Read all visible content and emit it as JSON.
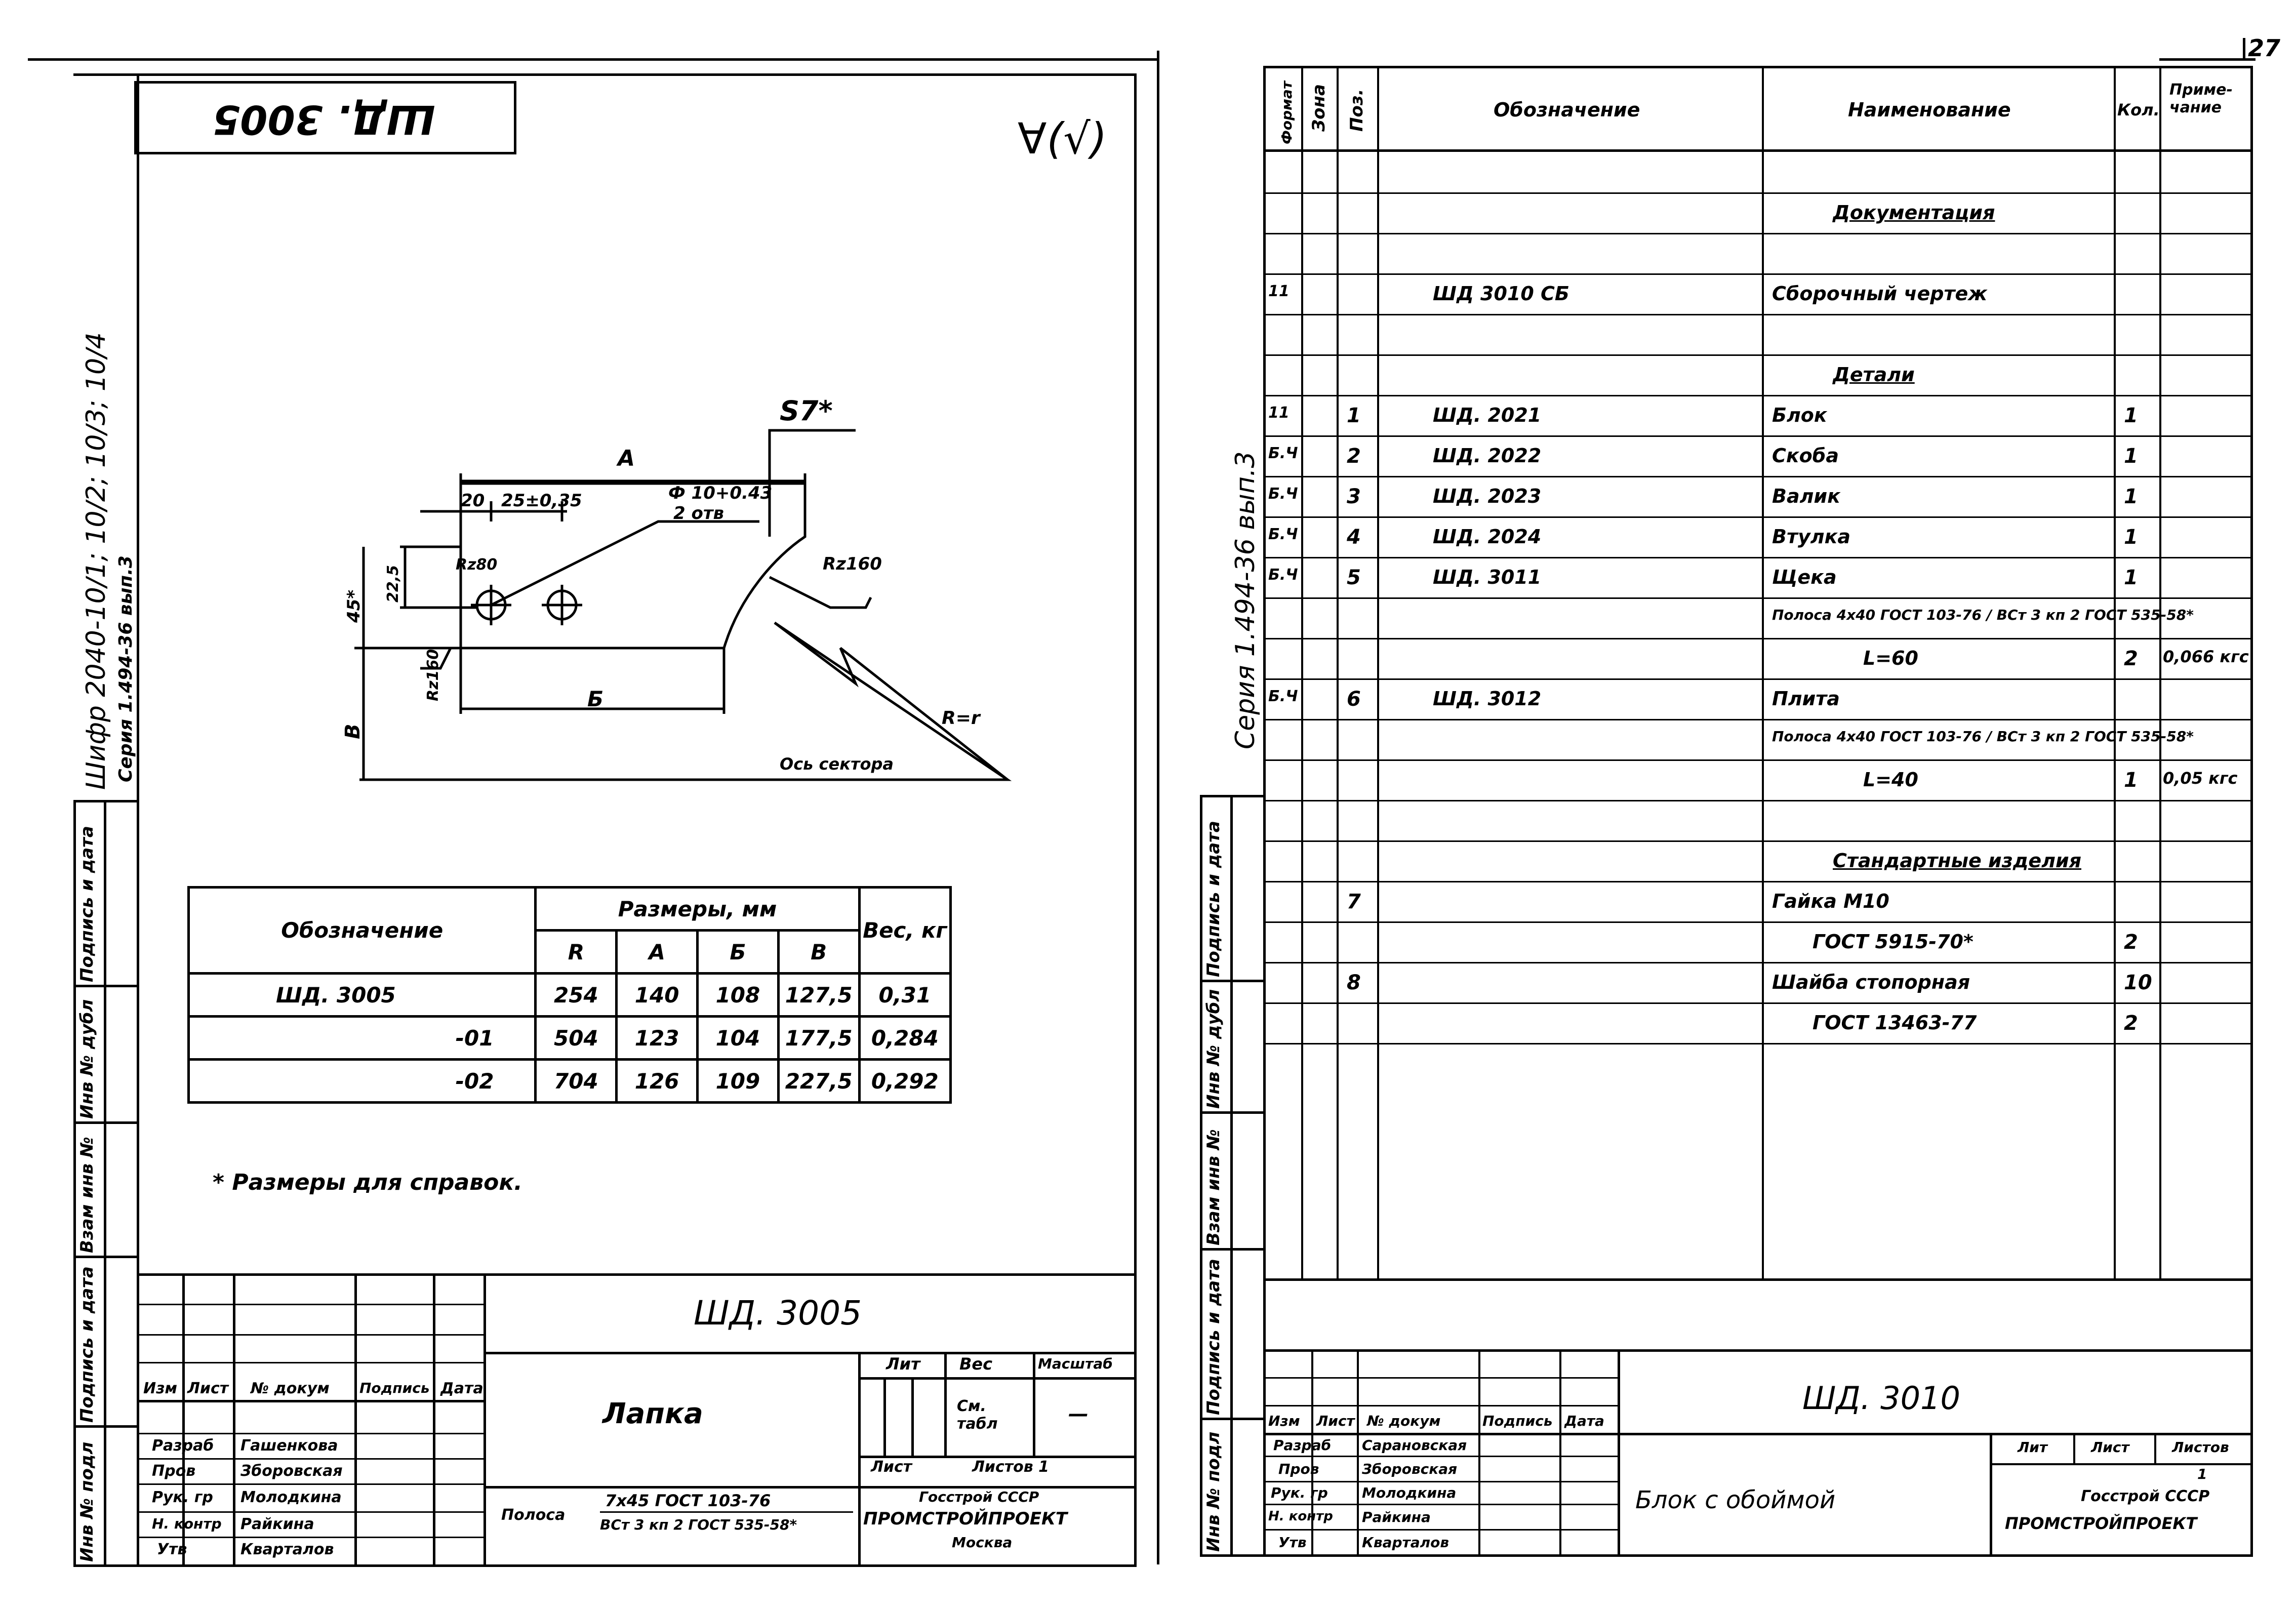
{
  "page_number": "27",
  "left_sheet": {
    "stamp_code": "ШД. 3005",
    "roughness_mark": "∀(√)",
    "side_code": "Шифр 2040-10/1; 10/2; 10/3; 10/4",
    "side_series": "Серия 1.494-36 вып.3",
    "drawing": {
      "s_label": "S7*",
      "a_label": "А",
      "dim_20": "20",
      "dim_25": "25±0,35",
      "hole_spec_1": "Ф 10+0.43",
      "hole_spec_2": "2 отв",
      "dim_22": "22,5",
      "dim_45": "45*",
      "r80": "Rz80",
      "rz160_right": "Rz160",
      "rz160_left": "Rz160",
      "b_label": "Б",
      "v_label": "В",
      "r_label": "R=r",
      "axis_label": "Ось сектора"
    },
    "dims_table": {
      "header_designation": "Обозначение",
      "header_sizes": "Размеры, мм",
      "header_weight": "Вес, кг",
      "cols": [
        "R",
        "А",
        "Б",
        "В"
      ],
      "rows": [
        {
          "designation": "ШД. 3005",
          "r": "254",
          "a": "140",
          "b": "108",
          "v": "127,5",
          "w": "0,31"
        },
        {
          "designation": "-01",
          "r": "504",
          "a": "123",
          "b": "104",
          "v": "177,5",
          "w": "0,284"
        },
        {
          "designation": "-02",
          "r": "704",
          "a": "126",
          "b": "109",
          "v": "227,5",
          "w": "0,292"
        }
      ]
    },
    "note": "* Размеры для справок.",
    "title_block": {
      "code": "ШД. 3005",
      "name": "Лапка",
      "lit": "Лит",
      "ves": "Вес",
      "masshtab": "Масштаб",
      "ves_value": "См. табл",
      "scale_value": "—",
      "sheet": "Лист",
      "sheets": "Листов 1",
      "material_prefix": "Полоса",
      "material_top": "7х45 ГОСТ 103-76",
      "material_bottom": "ВСт 3 кп 2 ГОСТ 535-58*",
      "org_1": "Госстрой СССР",
      "org_2": "ПРОМСТРОЙПРОЕКТ",
      "org_3": "Москва",
      "header_cells": [
        "Изм",
        "Лист",
        "№ докум",
        "Подпись",
        "Дата"
      ],
      "roles": [
        {
          "role": "Разраб",
          "name": "Гашенкова"
        },
        {
          "role": "Пров",
          "name": "Зборовская"
        },
        {
          "role": "Рук. гр",
          "name": "Молодкина"
        },
        {
          "role": "Н. контр",
          "name": "Райкина"
        },
        {
          "role": "Утв",
          "name": "Кварталов"
        }
      ]
    },
    "left_strip": [
      "Подпись и дата",
      "Инв № дубл",
      "Взам инв №",
      "Подпись и дата",
      "Инв № подл"
    ]
  },
  "right_sheet": {
    "side_series": "Серия 1.494-36 вып.3",
    "headers": {
      "format": "Формат",
      "zona": "Зона",
      "pos": "Поз.",
      "designation": "Обозначение",
      "name": "Наименование",
      "qty": "Кол.",
      "note": "Приме- чание"
    },
    "rows": [
      {
        "f": "",
        "p": "",
        "d": "",
        "n": "",
        "q": "",
        "nt": ""
      },
      {
        "f": "",
        "p": "",
        "d": "",
        "n": "Документация",
        "q": "",
        "nt": ""
      },
      {
        "f": "",
        "p": "",
        "d": "",
        "n": "",
        "q": "",
        "nt": ""
      },
      {
        "f": "11",
        "p": "",
        "d": "ШД 3010 СБ",
        "n": "Сборочный чертеж",
        "q": "",
        "nt": ""
      },
      {
        "f": "",
        "p": "",
        "d": "",
        "n": "",
        "q": "",
        "nt": ""
      },
      {
        "f": "",
        "p": "",
        "d": "",
        "n": "Детали",
        "q": "",
        "nt": ""
      },
      {
        "f": "11",
        "p": "1",
        "d": "ШД. 2021",
        "n": "Блок",
        "q": "1",
        "nt": ""
      },
      {
        "f": "Б.Ч",
        "p": "2",
        "d": "ШД. 2022",
        "n": "Скоба",
        "q": "1",
        "nt": ""
      },
      {
        "f": "Б.Ч",
        "p": "3",
        "d": "ШД. 2023",
        "n": "Валик",
        "q": "1",
        "nt": ""
      },
      {
        "f": "Б.Ч",
        "p": "4",
        "d": "ШД. 2024",
        "n": "Втулка",
        "q": "1",
        "nt": ""
      },
      {
        "f": "Б.Ч",
        "p": "5",
        "d": "ШД. 3011",
        "n": "Щека",
        "q": "1",
        "nt": ""
      },
      {
        "f": "",
        "p": "",
        "d": "",
        "n": "Полоса 4х40 ГОСТ 103-76 / ВСт 3 кп 2 ГОСТ 535-58*",
        "q": "",
        "nt": ""
      },
      {
        "f": "",
        "p": "",
        "d": "",
        "n": "L=60",
        "q": "2",
        "nt": "0,066 кгс"
      },
      {
        "f": "Б.Ч",
        "p": "6",
        "d": "ШД. 3012",
        "n": "Плита",
        "q": "",
        "nt": ""
      },
      {
        "f": "",
        "p": "",
        "d": "",
        "n": "Полоса 4х40 ГОСТ 103-76 / ВСт 3 кп 2 ГОСТ 535-58*",
        "q": "",
        "nt": ""
      },
      {
        "f": "",
        "p": "",
        "d": "",
        "n": "L=40",
        "q": "1",
        "nt": "0,05 кгс"
      },
      {
        "f": "",
        "p": "",
        "d": "",
        "n": "",
        "q": "",
        "nt": ""
      },
      {
        "f": "",
        "p": "",
        "d": "",
        "n": "Стандартные изделия",
        "q": "",
        "nt": ""
      },
      {
        "f": "",
        "p": "7",
        "d": "",
        "n": "Гайка М10",
        "q": "",
        "nt": ""
      },
      {
        "f": "",
        "p": "",
        "d": "",
        "n": "ГОСТ 5915-70*",
        "q": "2",
        "nt": ""
      },
      {
        "f": "",
        "p": "8",
        "d": "",
        "n": "Шайба стопорная",
        "q": "10",
        "nt": ""
      },
      {
        "f": "",
        "p": "",
        "d": "",
        "n": "ГОСТ 13463-77",
        "q": "2",
        "nt": ""
      }
    ],
    "title_block": {
      "code": "ШД. 3010",
      "name": "Блок с обоймой",
      "lit": "Лит",
      "sheet": "Лист",
      "sheets": "Листов",
      "sheet_value": "1",
      "org_1": "Госстрой СССР",
      "org_2": "ПРОМСТРОЙПРОЕКТ",
      "header_cells": [
        "Изм",
        "Лист",
        "№ докум",
        "Подпись",
        "Дата"
      ],
      "roles": [
        {
          "role": "Разраб",
          "name": "Сарановская"
        },
        {
          "role": "Пров",
          "name": "Зборовская"
        },
        {
          "role": "Рук. гр",
          "name": "Молодкина"
        },
        {
          "role": "Н. контр",
          "name": "Райкина"
        },
        {
          "role": "Утв",
          "name": "Кварталов"
        }
      ]
    },
    "left_strip": [
      "Подпись и дата",
      "Инв № дубл",
      "Взам инв №",
      "Подпись и дата",
      "Инв № подл"
    ]
  }
}
